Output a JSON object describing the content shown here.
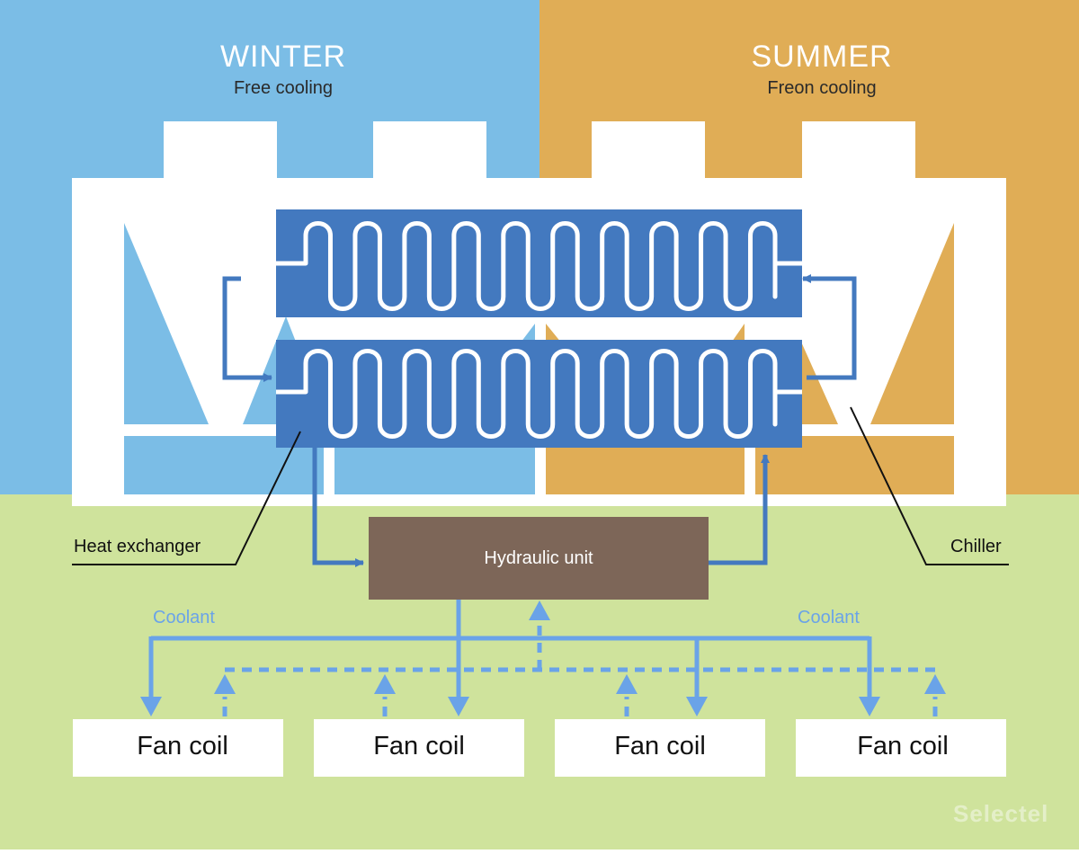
{
  "colors": {
    "winter_bg": "#7bbde6",
    "summer_bg": "#e0ad56",
    "ground_bg": "#cfe39c",
    "unit_white": "#ffffff",
    "exchanger": "#4379bf",
    "hydraulic": "#7d6658",
    "coolant_line": "#6aa3e8",
    "brand_logo": "#ffffff"
  },
  "winter": {
    "title": "WINTER",
    "subtitle": "Free cooling"
  },
  "summer": {
    "title": "SUMMER",
    "subtitle": "Freon cooling"
  },
  "labels": {
    "heat_exchanger": "Heat exchanger",
    "chiller": "Chiller",
    "hydraulic_unit": "Hydraulic unit",
    "coolant_left": "Coolant",
    "coolant_right": "Coolant"
  },
  "fan_coils": [
    "Fan coil",
    "Fan coil",
    "Fan coil",
    "Fan coil"
  ],
  "brand": "Selectel"
}
